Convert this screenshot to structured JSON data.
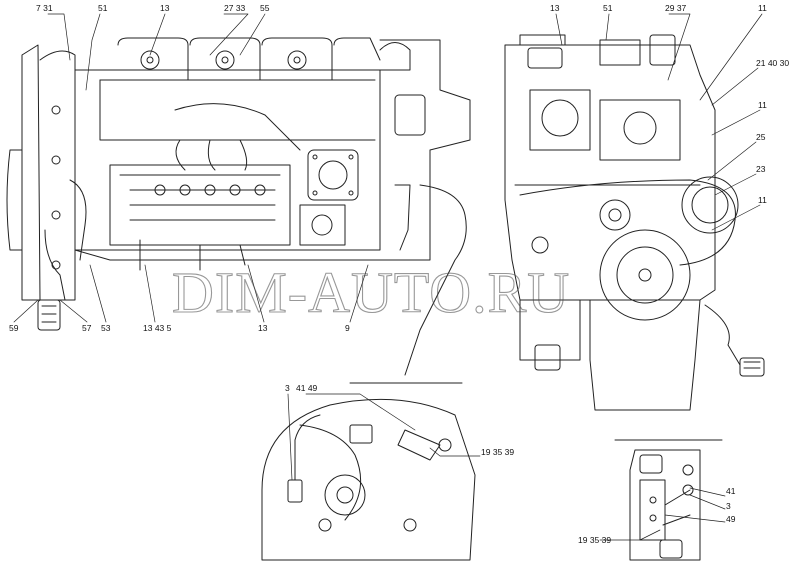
{
  "watermark": "DIM-AUTO.RU",
  "callouts": {
    "left_7_31": "7 31",
    "left_51": "51",
    "left_13_top": "13",
    "left_27_33": "27 33",
    "left_55": "55",
    "left_59": "59",
    "left_57": "57",
    "left_53": "53",
    "left_13_43_5": "13 43 5",
    "left_13_bottom": "13",
    "left_9": "9",
    "right_13": "13",
    "right_51": "51",
    "right_29_37": "29 37",
    "right_11_top": "11",
    "right_21_40_30": "21 40 30",
    "right_11_mid": "11",
    "right_25": "25",
    "right_23": "23",
    "right_11_low": "11",
    "detail_3": "3",
    "detail_41_49": "41 49",
    "detail_19_35_39": "19 35 39",
    "side_41": "41",
    "side_3": "3",
    "side_49": "49",
    "side_19_35_39": "19 35 39"
  }
}
